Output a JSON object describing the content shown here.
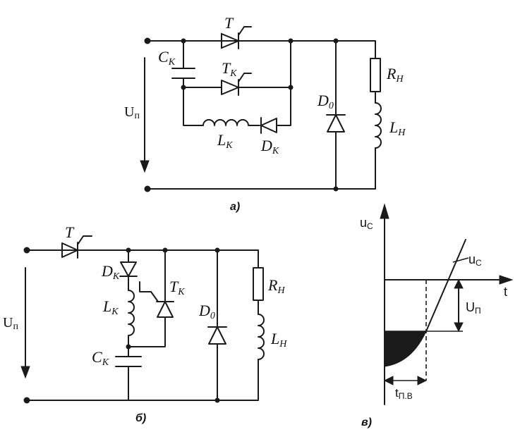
{
  "diagram_a": {
    "caption": "а)",
    "supply": {
      "main": "U",
      "sub": "п"
    },
    "thyristor": {
      "main": "T",
      "sub": ""
    },
    "thyristor_k": {
      "main": "T",
      "sub": "К"
    },
    "capacitor": {
      "main": "C",
      "sub": "К"
    },
    "inductor_k": {
      "main": "L",
      "sub": "К"
    },
    "diode_k": {
      "main": "D",
      "sub": "К"
    },
    "diode_0": {
      "main": "D",
      "sub": "0"
    },
    "resistor_load": {
      "main": "R",
      "sub": "Н"
    },
    "inductor_load": {
      "main": "L",
      "sub": "Н"
    }
  },
  "diagram_b": {
    "caption": "б)",
    "supply": {
      "main": "U",
      "sub": "п"
    },
    "thyristor": {
      "main": "T",
      "sub": ""
    },
    "thyristor_k": {
      "main": "T",
      "sub": "К"
    },
    "capacitor": {
      "main": "C",
      "sub": "К"
    },
    "inductor_k": {
      "main": "L",
      "sub": "К"
    },
    "diode_k": {
      "main": "D",
      "sub": "К"
    },
    "diode_0": {
      "main": "D",
      "sub": "0"
    },
    "resistor_load": {
      "main": "R",
      "sub": "Н"
    },
    "inductor_load": {
      "main": "L",
      "sub": "Н"
    }
  },
  "graph_c": {
    "caption": "в)",
    "y_axis": {
      "main": "u",
      "sub": "C"
    },
    "x_axis": "t",
    "curve": {
      "main": "u",
      "sub": "C"
    },
    "voltage": {
      "main": "U",
      "sub": "П"
    },
    "interval": {
      "main": "t",
      "sub": "П.В"
    }
  }
}
